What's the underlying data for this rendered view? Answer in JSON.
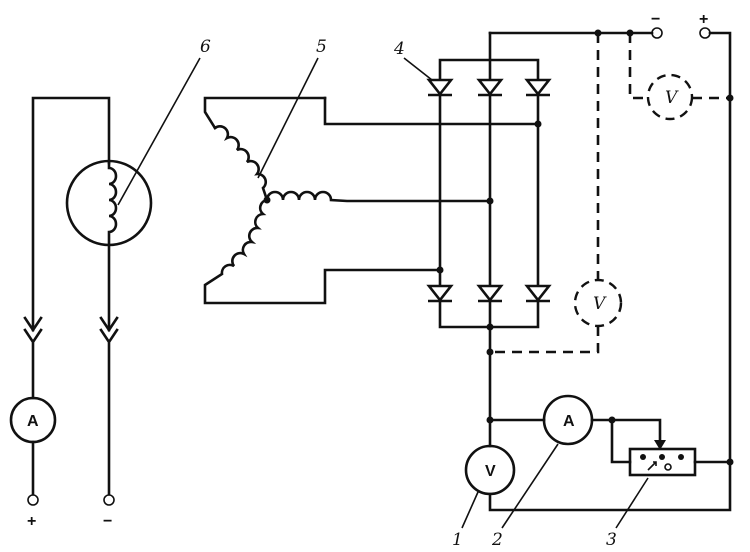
{
  "labels": {
    "l1": "1",
    "l2": "2",
    "l3": "3",
    "l4": "4",
    "l5": "5",
    "l6": "6"
  },
  "meters": {
    "voltmeter": "V",
    "ammeter": "A"
  },
  "terminals": {
    "plus": "+",
    "minus": "−"
  }
}
